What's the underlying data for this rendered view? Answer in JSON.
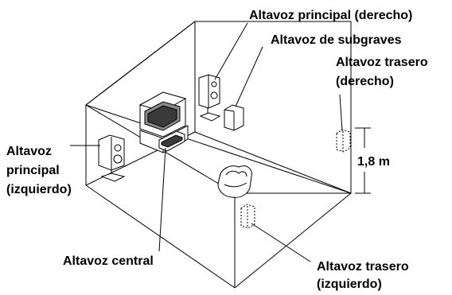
{
  "labels": {
    "front_right": "Altavoz principal (derecho)",
    "subwoofer": "Altavoz de subgraves",
    "rear_right_line1": "Altavoz trasero",
    "rear_right_line2": "(derecho)",
    "front_left_line1": "Altavoz",
    "front_left_line2": "principal",
    "front_left_line3": "(izquierdo)",
    "height": "1,8 m",
    "center": "Altavoz central",
    "rear_left_line1": "Altavoz trasero",
    "rear_left_line2": "(izquierdo)"
  },
  "colors": {
    "line": "#000000",
    "background": "#ffffff",
    "device_fill": "#ffffff",
    "device_dark": "#3a3a3a",
    "device_mid": "#8a8a8a"
  }
}
